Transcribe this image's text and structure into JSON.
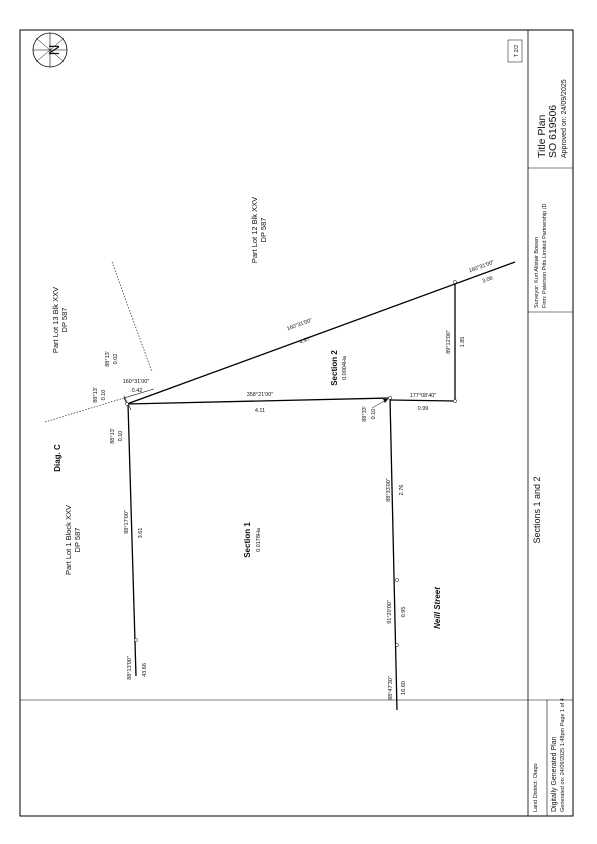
{
  "north_arrow": {
    "letter": "N"
  },
  "sheet_ref": "T 2/2",
  "title_block": {
    "title": "Title Plan",
    "plan_number": "SO 619506",
    "approved": "Approved on: 24/09/2025",
    "surveyor": "Surveyor: Kurt Alistair Bowen",
    "firm": "Firm: Paterson Pitts Limited Partnership (D",
    "sections": "Sections 1 and 2",
    "land_district": "Land District: Otago",
    "generated_title": "Digitally Generated Plan",
    "generated_note": "Generated on: 24/09/2025 1:48pm Page 1 of 4"
  },
  "parcels": {
    "lot13": {
      "name": "Part Lot 13 Blk XXV",
      "dp": "DP 587"
    },
    "lot12": {
      "name": "Part Lot 12 Blk XXV",
      "dp": "DP 587"
    },
    "lot1": {
      "name": "Part Lot 1 Block XXV",
      "dp": "DP 587"
    },
    "diag": "Diag. C",
    "section1": {
      "name": "Section 1",
      "area": "0.0178Ha"
    },
    "section2": {
      "name": "Section 2",
      "area": "0.0004Ha"
    },
    "street": "Neill Street"
  },
  "boundaries": {
    "top_bearing": "358°21'00\"",
    "top_dist": "4.11",
    "diag_bearing": "160°31'00\"",
    "diag_dist": "4.97",
    "ext_bearing": "160°31'00\"",
    "ext_dist": "3.06",
    "short_bearing": "177°08'40\"",
    "short_dist": "0.99",
    "right_v_bearing": "89°12'00\"",
    "right_v_dist": "1.85",
    "left_v_bearing": "88°17'00\"",
    "left_v_dist": "3.61",
    "left_low_bearing": "88°13'00\"",
    "left_low_dist": "43.66",
    "mid_v_bearing": "88°33'00\"",
    "mid_v_dist": "2.76",
    "mid_low_bearing": "91°20'00\"",
    "mid_low_dist": "0.95",
    "bot_bearing": "88°47'30\"",
    "bot_dist": "16.60",
    "corner_top_bearing": "160°31'00\"",
    "corner_top_dist": "0.42",
    "corner_a_bearing": "88°13'",
    "corner_a_dist": "0.02",
    "corner_b_bearing": "88°13'",
    "corner_b_dist": "0.10",
    "corner_c_bearing": "88°13'",
    "corner_c_dist": "0.10",
    "mid_corner_bearing": "88°33'",
    "mid_corner_dist": "0.10"
  }
}
